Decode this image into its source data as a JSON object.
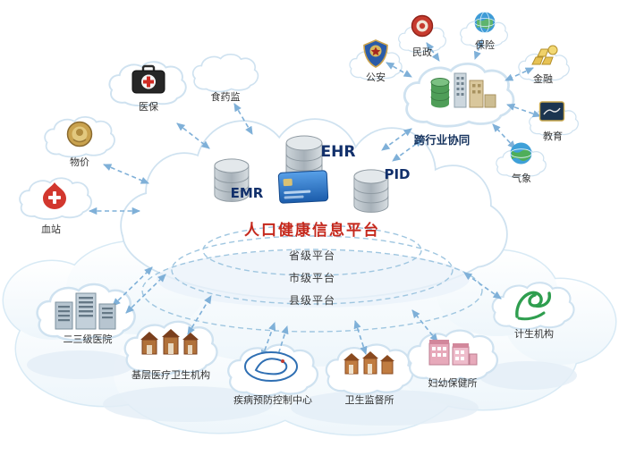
{
  "platform": {
    "title": "人口健康信息平台",
    "emr_label": "EMR",
    "ehr_label": "EHR",
    "pid_label": "PID",
    "levels": [
      {
        "label": "省级平台"
      },
      {
        "label": "市级平台"
      },
      {
        "label": "县级平台"
      }
    ]
  },
  "cross_industry": {
    "label": "跨行业协同"
  },
  "nodes": {
    "medical_insurance": {
      "label": "医保",
      "icon": "medical-kit-icon"
    },
    "food_drug_admin": {
      "label": "食药监",
      "icon": "cloud-icon"
    },
    "pricing": {
      "label": "物价",
      "icon": "gold-emblem-icon"
    },
    "blood_station": {
      "label": "血站",
      "icon": "blood-drop-icon"
    },
    "public_security": {
      "label": "公安",
      "icon": "police-badge-icon"
    },
    "civil_affairs": {
      "label": "民政",
      "icon": "red-emblem-icon"
    },
    "insurance": {
      "label": "保险",
      "icon": "globe-icon"
    },
    "finance": {
      "label": "金融",
      "icon": "gold-bars-icon"
    },
    "education": {
      "label": "教育",
      "icon": "blackboard-icon"
    },
    "meteorology": {
      "label": "气象",
      "icon": "globe-icon"
    },
    "industry_cloud": {
      "label": "",
      "icon": "server-buildings-icon"
    },
    "hospitals": {
      "label": "二三级医院",
      "icon": "buildings-icon"
    },
    "primary_care": {
      "label": "基层医疗卫生机构",
      "icon": "houses-icon"
    },
    "cdc": {
      "label": "疾病预防控制中心",
      "icon": "cdc-logo-icon"
    },
    "health_supervision": {
      "label": "卫生监督所",
      "icon": "houses-icon"
    },
    "maternal_child_care": {
      "label": "妇幼保健所",
      "icon": "pink-buildings-icon"
    },
    "family_planning": {
      "label": "计生机构",
      "icon": "green-ribbon-icon"
    }
  },
  "colors": {
    "title_red": "#c5281c",
    "system_label_navy": "#12306b",
    "arrow_blue": "#7fb0d8",
    "ring_blue": "#9fc6e0"
  }
}
